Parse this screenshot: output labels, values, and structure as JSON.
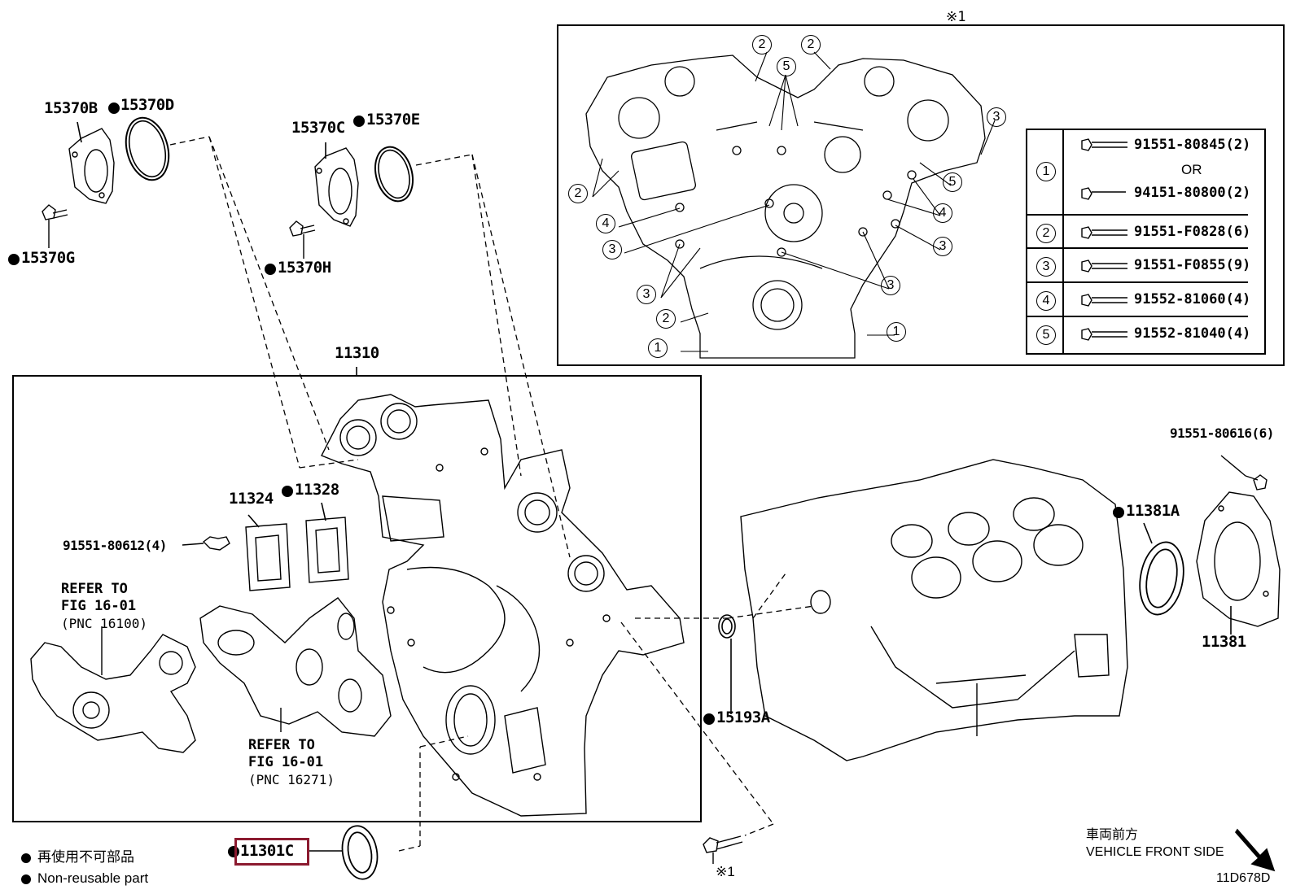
{
  "figure_code": "11D678D",
  "inset": {
    "mark": "※1",
    "legend": [
      {
        "num": "1",
        "parts": [
          "91551-80845(2)",
          "94151-80800(2)"
        ],
        "or": "OR"
      },
      {
        "num": "2",
        "parts": [
          "91551-F0828(6)"
        ]
      },
      {
        "num": "3",
        "parts": [
          "91551-F0855(9)"
        ]
      },
      {
        "num": "4",
        "parts": [
          "91552-81060(4)"
        ]
      },
      {
        "num": "5",
        "parts": [
          "91552-81040(4)"
        ]
      }
    ],
    "callouts": [
      "2",
      "2",
      "5",
      "3",
      "2",
      "4",
      "3",
      "3",
      "5",
      "4",
      "3",
      "2",
      "3",
      "1",
      "1"
    ]
  },
  "parts": {
    "p15370B": "15370B",
    "p15370D": "15370D",
    "p15370G": "15370G",
    "p15370C": "15370C",
    "p15370E": "15370E",
    "p15370H": "15370H",
    "p11310": "11310",
    "p11324": "11324",
    "p11328": "11328",
    "p91551_80612": "91551-80612(4)",
    "p91551_80616": "91551-80616(6)",
    "p11381A": "11381A",
    "p11381": "11381",
    "p15193A": "15193A",
    "p11301C": "11301C",
    "mark_bottom": "※1"
  },
  "refer_notes": [
    {
      "line1": "REFER TO",
      "line2": "FIG 16-01",
      "line3": "(PNC 16100)"
    },
    {
      "line1": "REFER TO",
      "line2": "FIG 16-01",
      "line3": "(PNC 16271)"
    }
  ],
  "legend_bottom": {
    "jp": "再使用不可部品",
    "en": "Non-reusable part"
  },
  "direction": {
    "jp": "車両前方",
    "en": "VEHICLE FRONT SIDE"
  },
  "highlight_color": "#8b1a2f"
}
